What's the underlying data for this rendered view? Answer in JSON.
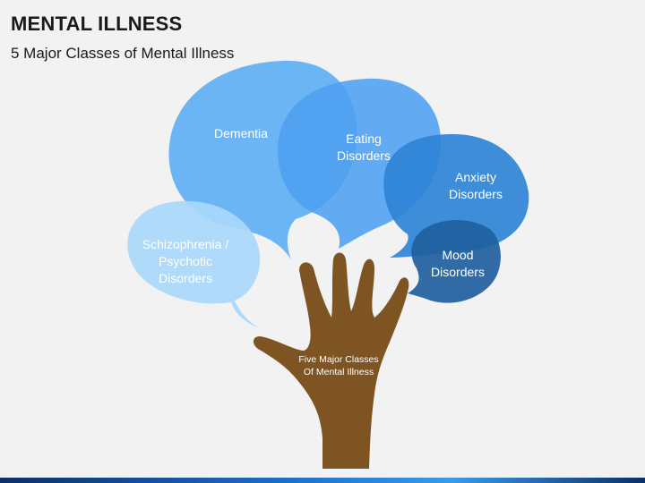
{
  "header": {
    "title": "MENTAL ILLNESS",
    "subtitle": "5 Major Classes of Mental Illness"
  },
  "hand": {
    "label_line1": "Five Major Classes",
    "label_line2": "Of Mental Illness",
    "color": "#7f5423"
  },
  "bubbles": [
    {
      "id": "dementia",
      "lines": [
        "Dementia"
      ],
      "color": "#5fb0f5"
    },
    {
      "id": "eating",
      "lines": [
        "Eating",
        "Disorders"
      ],
      "color": "#4d9ff0"
    },
    {
      "id": "anxiety",
      "lines": [
        "Anxiety",
        "Disorders"
      ],
      "color": "#2f84d6"
    },
    {
      "id": "mood",
      "lines": [
        "Mood",
        "Disorders"
      ],
      "color": "#1f5f9f"
    },
    {
      "id": "schizo",
      "lines": [
        "Schizophrenia /",
        "Psychotic",
        "Disorders"
      ],
      "color": "#a9d8fb"
    }
  ],
  "footer": {
    "bar_color": "#1f6fc9"
  }
}
